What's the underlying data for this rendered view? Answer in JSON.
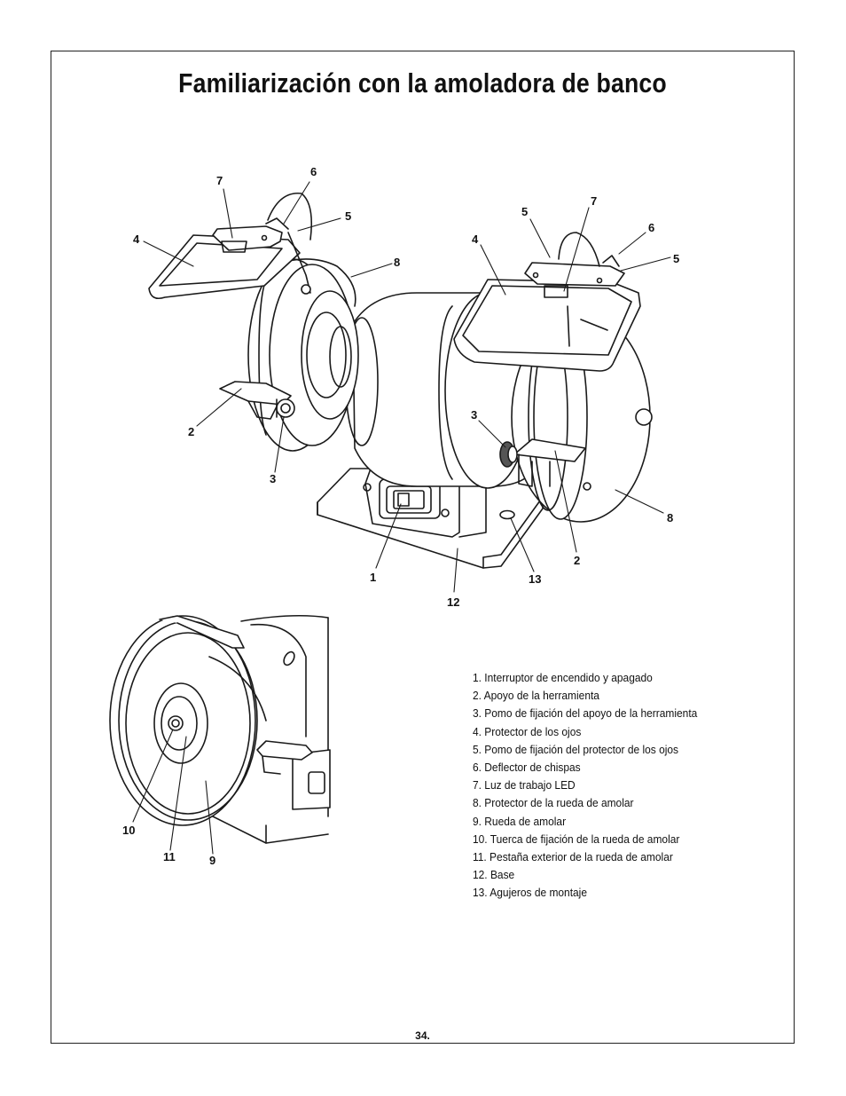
{
  "title": "Familiarización con la amoladora de banco",
  "page_number": "34.",
  "callouts": {
    "main_left": {
      "c7": "7",
      "c6": "6",
      "c5": "5",
      "c4": "4",
      "c8": "8",
      "c2": "2",
      "c3": "3"
    },
    "main_right": {
      "c5": "5",
      "c7": "7",
      "c6": "6",
      "c4": "4",
      "c5b": "5",
      "c3": "3",
      "c8": "8",
      "c2": "2"
    },
    "main_bottom": {
      "c1": "1",
      "c13": "13",
      "c12": "12"
    },
    "detail": {
      "c10": "10",
      "c11": "11",
      "c9": "9"
    }
  },
  "legend": [
    "1. Interruptor de encendido y apagado",
    "2. Apoyo de la herramienta",
    "3. Pomo de fijación del apoyo de la herramienta",
    "4. Protector de los ojos",
    "5. Pomo de fijación del protector de los ojos",
    "6. Deflector de chispas",
    "7. Luz de trabajo LED",
    "8. Protector de la rueda de amolar",
    "9. Rueda de amolar",
    "10. Tuerca de fijación de la rueda de amolar",
    "11. Pestaña exterior de la rueda de amolar",
    "12. Base",
    "13. Agujeros de montaje"
  ]
}
